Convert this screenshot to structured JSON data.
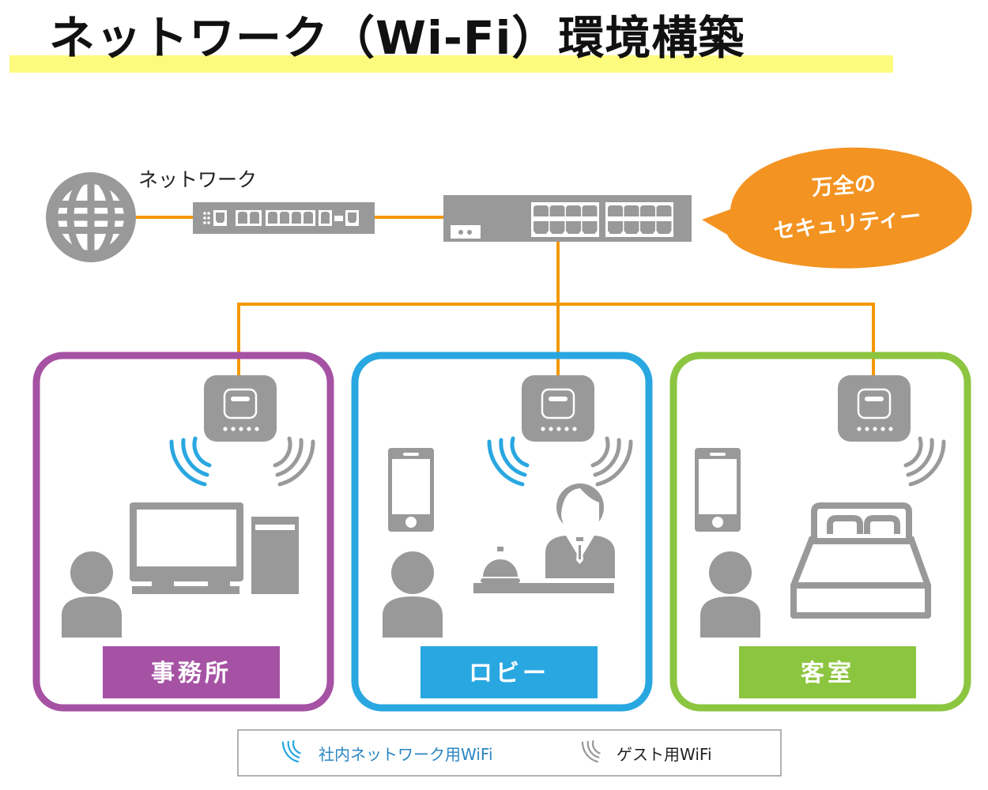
{
  "page": {
    "title": "ネットワーク（Wi-Fi）環境構築"
  },
  "network": {
    "label": "ネットワーク",
    "internet_icon": "globe-icon",
    "router_icon": "router-icon",
    "switch_icon": "switch-icon"
  },
  "callout": {
    "line1": "万全の",
    "line2": "セキュリティー",
    "color": "#f39322"
  },
  "zones": [
    {
      "id": "office",
      "label": "事務所",
      "color": "#a652a4",
      "access_point": "access-point-icon",
      "wifi": [
        "internal",
        "guest"
      ],
      "devices": [
        "person-icon",
        "desktop-computer-icon"
      ]
    },
    {
      "id": "lobby",
      "label": "ロビー",
      "color": "#29a7e1",
      "access_point": "access-point-icon",
      "wifi": [
        "internal",
        "guest"
      ],
      "devices": [
        "person-icon",
        "smartphone-icon",
        "reception-bell-icon",
        "receptionist-icon"
      ]
    },
    {
      "id": "guest-room",
      "label": "客室",
      "color": "#8cc540",
      "access_point": "access-point-icon",
      "wifi": [
        "guest"
      ],
      "devices": [
        "person-icon",
        "smartphone-icon",
        "bed-icon"
      ]
    }
  ],
  "legend": {
    "internal": {
      "label": "社内ネットワーク用WiFi",
      "color": "#29a7e1",
      "text_color": "#2b86c2"
    },
    "guest": {
      "label": "ゲスト用WiFi",
      "color": "#9a9a9a",
      "text_color": "#222222"
    }
  },
  "colors": {
    "cable": "#f39800",
    "device_gray": "#999999",
    "highlight": "#fdfb7e"
  }
}
